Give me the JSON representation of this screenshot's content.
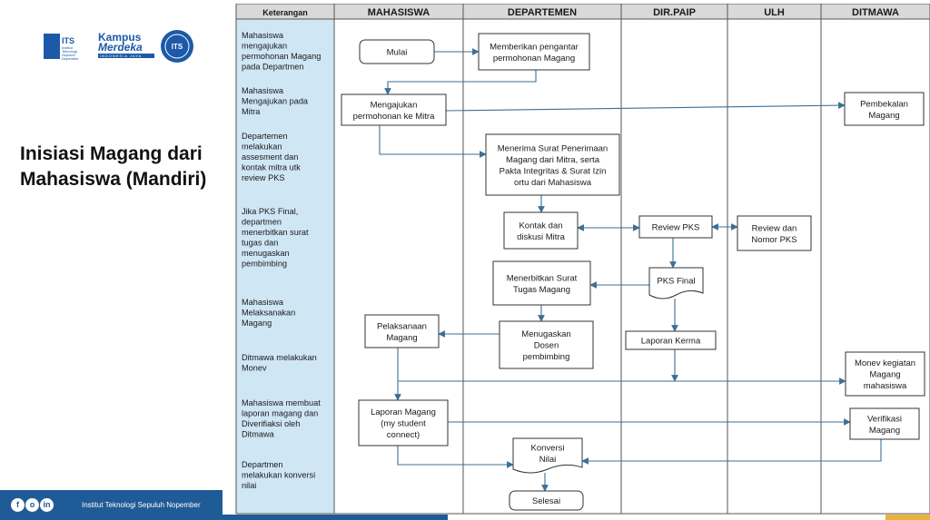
{
  "title": "Inisiasi Magang dari Mahasiswa (Mandiri)",
  "logos": {
    "its_text": "ITS",
    "its_subtext": "Institut Teknologi Sepuluh Nopember",
    "kampus_line1": "Kampus",
    "kampus_line2": "Merdeka",
    "kampus_line3": "INDONESIA JAYA",
    "seal_text": "ITS"
  },
  "footer": {
    "icons": [
      "f",
      "o",
      "in"
    ],
    "text": "Institut Teknologi Sepuluh Nopember"
  },
  "colors": {
    "lane_fill": "#cfe6f5",
    "grid_line": "#555555",
    "arrow": "#3b6f96",
    "footer": "#1f5b96",
    "accent_yellow": "#e7b437"
  },
  "diagram": {
    "headers": [
      "Keterangan",
      "MAHASISWA",
      "DEPARTEMEN",
      "DIR.PAIP",
      "ULH",
      "DITMAWA"
    ],
    "descriptions": [
      [
        "Mahasiswa",
        "mengajukan",
        "permohonan Magang",
        "pada Departmen"
      ],
      [
        "Mahasiswa",
        "Mengajukan pada",
        "Mitra"
      ],
      [
        "Departemen",
        "melakukan",
        "assesment dan",
        "kontak mitra utk",
        "review PKS"
      ],
      [
        "Jika PKS Final,",
        "departmen",
        "menerbitkan surat",
        "tugas dan",
        "menugaskan",
        "pembimbing"
      ],
      [
        "Mahasiswa",
        "Melaksanakan",
        "Magang"
      ],
      [
        "Ditmawa melakukan",
        "Monev"
      ],
      [
        "Mahasiswa membuat",
        "laporan magang dan",
        "Diverifiaksi oleh",
        "Ditmawa"
      ],
      [
        "Departmen",
        "melakukan konversi",
        "nilai"
      ]
    ],
    "nodes": [
      {
        "id": "mulai",
        "lines": [
          "Mulai"
        ]
      },
      {
        "id": "pengantar",
        "lines": [
          "Memberikan pengantar",
          "permohonan Magang"
        ]
      },
      {
        "id": "ajukan-mitra",
        "lines": [
          "Mengajukan",
          "permohonan ke Mitra"
        ]
      },
      {
        "id": "pembekalan",
        "lines": [
          "Pembekalan",
          "Magang"
        ]
      },
      {
        "id": "terima-surat",
        "lines": [
          "Menerima Surat Penerimaan",
          "Magang  dari Mitra, serta",
          "Pakta Integritas  & Surat Izin",
          "ortu dari Mahasiswa"
        ]
      },
      {
        "id": "kontak-mitra",
        "lines": [
          "Kontak dan",
          "diskusi Mitra"
        ]
      },
      {
        "id": "review-pks",
        "lines": [
          "Review PKS"
        ]
      },
      {
        "id": "review-nomor",
        "lines": [
          "Review dan",
          "Nomor PKS"
        ]
      },
      {
        "id": "surat-tugas",
        "lines": [
          "Menerbitkan Surat",
          "Tugas Magang"
        ]
      },
      {
        "id": "pks-final",
        "lines": [
          "PKS Final"
        ]
      },
      {
        "id": "pelaksanaan",
        "lines": [
          "Pelaksanaan",
          "Magang"
        ]
      },
      {
        "id": "dosen",
        "lines": [
          "Menugaskan",
          "Dosen",
          "pembimbing"
        ]
      },
      {
        "id": "laporan-kerma",
        "lines": [
          "Laporan Kerma"
        ]
      },
      {
        "id": "monev",
        "lines": [
          "Monev kegiatan",
          "Magang",
          "mahasiswa"
        ]
      },
      {
        "id": "laporan-magang",
        "lines": [
          "Laporan Magang",
          "(my student",
          "connect)"
        ]
      },
      {
        "id": "verifikasi",
        "lines": [
          "Verifikasi",
          "Magang"
        ]
      },
      {
        "id": "konversi",
        "lines": [
          "Konversi",
          "Nilai"
        ]
      },
      {
        "id": "selesai",
        "lines": [
          "Selesai"
        ]
      }
    ]
  }
}
